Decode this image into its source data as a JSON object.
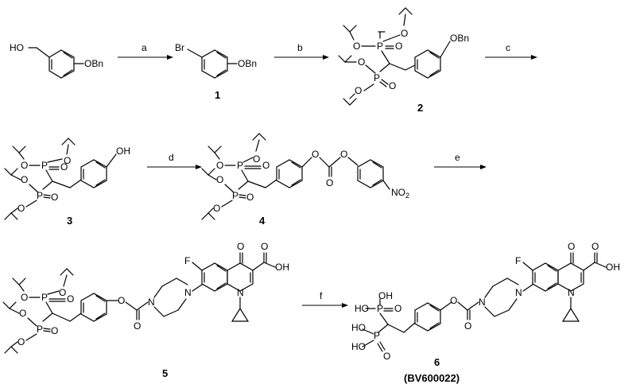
{
  "reagents": {
    "a": "a",
    "b": "b",
    "c": "c",
    "d": "d",
    "e": "e",
    "f": "f"
  },
  "compounds": {
    "c1": "1",
    "c2": "2",
    "c3": "3",
    "c4": "4",
    "c5": "5",
    "c6": "6",
    "c6_code": "(BV600022)"
  },
  "atoms": {
    "HO": "HO",
    "OBn": "OBn",
    "Br": "Br",
    "O": "O",
    "P": "P",
    "OH": "OH",
    "F": "F",
    "N": "N",
    "NO2_main": "NO",
    "NO2_sub": "2",
    "HO_P": "HO",
    "PO": "P=O"
  }
}
